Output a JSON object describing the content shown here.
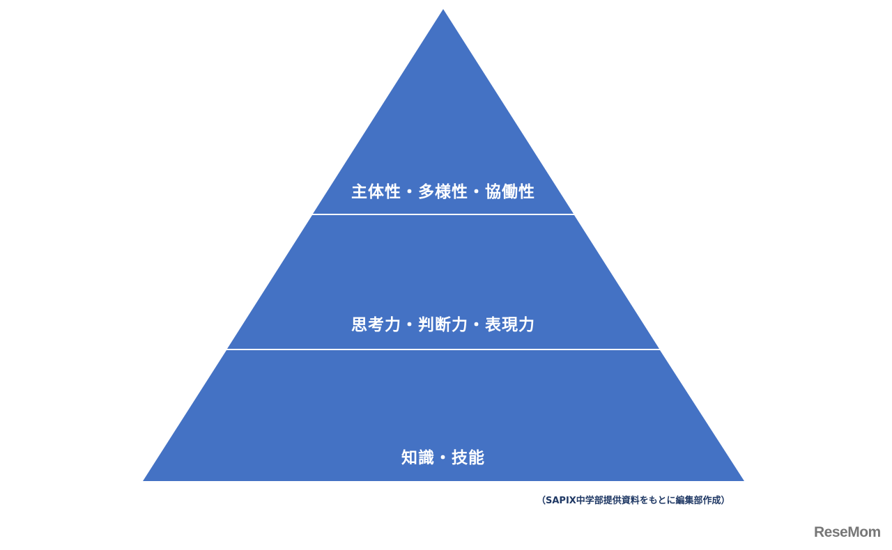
{
  "pyramid": {
    "fill_color": "#4472C4",
    "levels": [
      {
        "label": "主体性・多様性・協働性"
      },
      {
        "label": "思考力・判断力・表現力"
      },
      {
        "label": "知識・技能"
      }
    ]
  },
  "caption": "（SAPIX中学部提供資料をもとに編集部作成）",
  "logo": "ReseMom"
}
